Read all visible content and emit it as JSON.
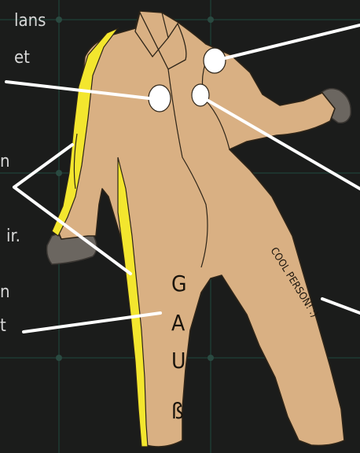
{
  "labels": {
    "top_left_1": "lans",
    "top_left_2": "et",
    "mid_left": "n",
    "lower_left_1": "ir.",
    "lower_left_2": "n",
    "lower_left_3": "t"
  },
  "leg_text": {
    "letters": [
      "G",
      "A",
      "U",
      "ß"
    ],
    "side": "COOL PERSON! :)"
  },
  "colors": {
    "background": "#1b1c1b",
    "grid": "#1f3a33",
    "suit": "#d9b083",
    "stripe": "#f3e62e",
    "glove": "#6b6660",
    "patch": "#ffffff",
    "leader": "#ffffff"
  }
}
